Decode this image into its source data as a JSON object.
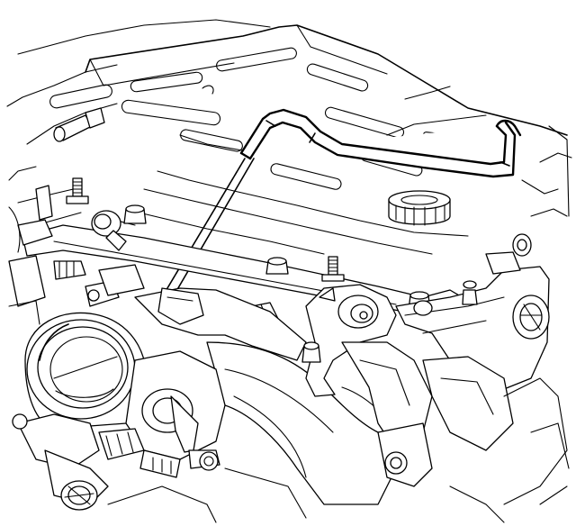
{
  "diagram": {
    "kind": "engine-line-art",
    "highlighted_part": "pcv-hose",
    "leader_line": "dashed",
    "colors": {
      "ink": "#000000",
      "paper": "#ffffff"
    },
    "text_labels": []
  }
}
